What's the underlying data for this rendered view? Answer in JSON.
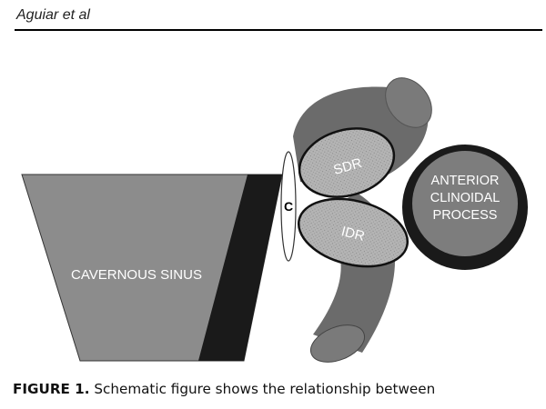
{
  "page": {
    "running_head": "Aguiar et al"
  },
  "figure": {
    "labels": {
      "cavernous_sinus": "CAVERNOUS SINUS",
      "c": "C",
      "sdr": "SDR",
      "idr": "IDR",
      "anterior_clinoid": [
        "ANTERIOR",
        "CLINOIDAL",
        "PROCESS"
      ]
    },
    "colors": {
      "sinus_fill": "#8c8c8c",
      "sinus_wall": "#1a1a1a",
      "artery": "#6b6b6b",
      "artery_light": "#7a7a7a",
      "ring_fill": "#b3b3b3",
      "clinoid_outer": "#1a1a1a",
      "clinoid_inner": "#7d7d7d"
    },
    "caption": {
      "label": "FIGURE 1.",
      "text": "Schematic figure shows the relationship between"
    }
  }
}
